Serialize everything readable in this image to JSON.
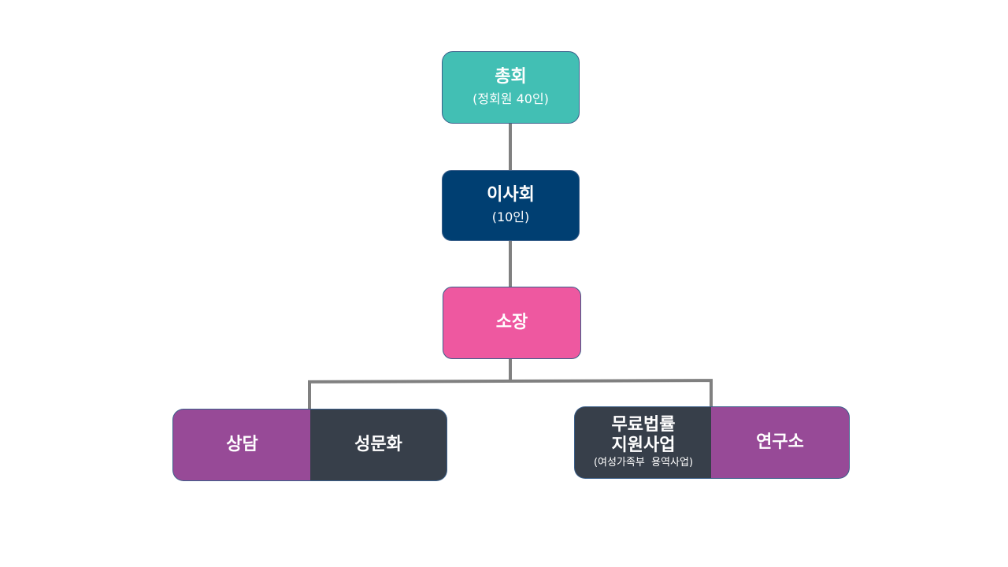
{
  "nodes": {
    "general": {
      "title": "총회",
      "sub": "(정회원 40인)",
      "color": "#42bfb4"
    },
    "board": {
      "title": "이사회",
      "sub": "(10인)",
      "color": "#003f72"
    },
    "director": {
      "title": "소장",
      "color": "#ee58a0"
    },
    "counsel": {
      "title": "상담",
      "color": "#974a97"
    },
    "culture": {
      "title": "성문화",
      "color": "#373f4a"
    },
    "legal": {
      "title_line1": "무료법률",
      "title_line2": "지원사업",
      "sub": "(여성가족부  용역사업)",
      "color": "#373f4a"
    },
    "research": {
      "title": "연구소",
      "color": "#974a97"
    }
  }
}
